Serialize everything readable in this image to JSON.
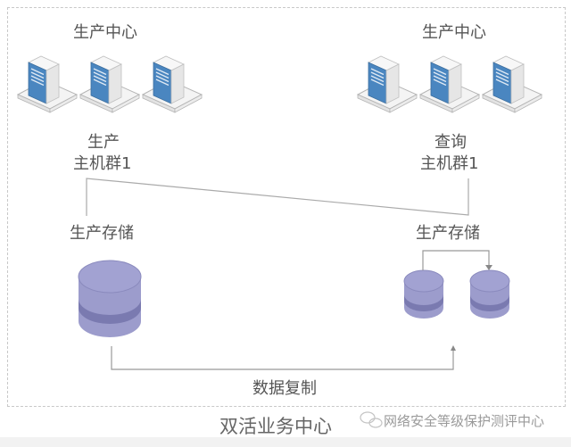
{
  "diagram": {
    "title": "双活业务中心",
    "left_site": {
      "center_label": "生产中心",
      "host_group_line1": "生产",
      "host_group_line2": "主机群1",
      "storage_label": "生产存储",
      "server_count": 3,
      "storage_count": 1
    },
    "right_site": {
      "center_label": "生产中心",
      "host_group_line1": "查询",
      "host_group_line2": "主机群1",
      "storage_label": "生产存储",
      "server_count": 3,
      "storage_count": 2
    },
    "replication_label": "数据复制",
    "watermark": "网络安全等级保护测评中心",
    "colors": {
      "server_front": "#4a86c0",
      "server_body": "#e6e6e6",
      "storage": "#9c9ccc",
      "storage_band": "#7a7ab0",
      "line": "#999999",
      "frame": "#c8c8c8"
    }
  }
}
